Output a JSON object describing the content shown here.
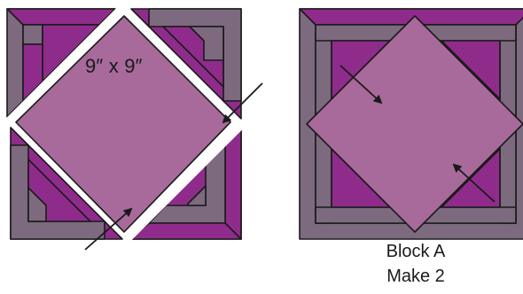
{
  "figure": {
    "left_block": {
      "dimension_label": "9″ x 9″"
    },
    "right_block": {
      "caption_line1": "Block A",
      "caption_line2": "Make 2"
    },
    "colors": {
      "gray": "#7d6a7f",
      "magenta": "#8f2c8b",
      "center": "#a76a9b",
      "outline": "#1a1a1a",
      "background": "#ffffff"
    }
  }
}
